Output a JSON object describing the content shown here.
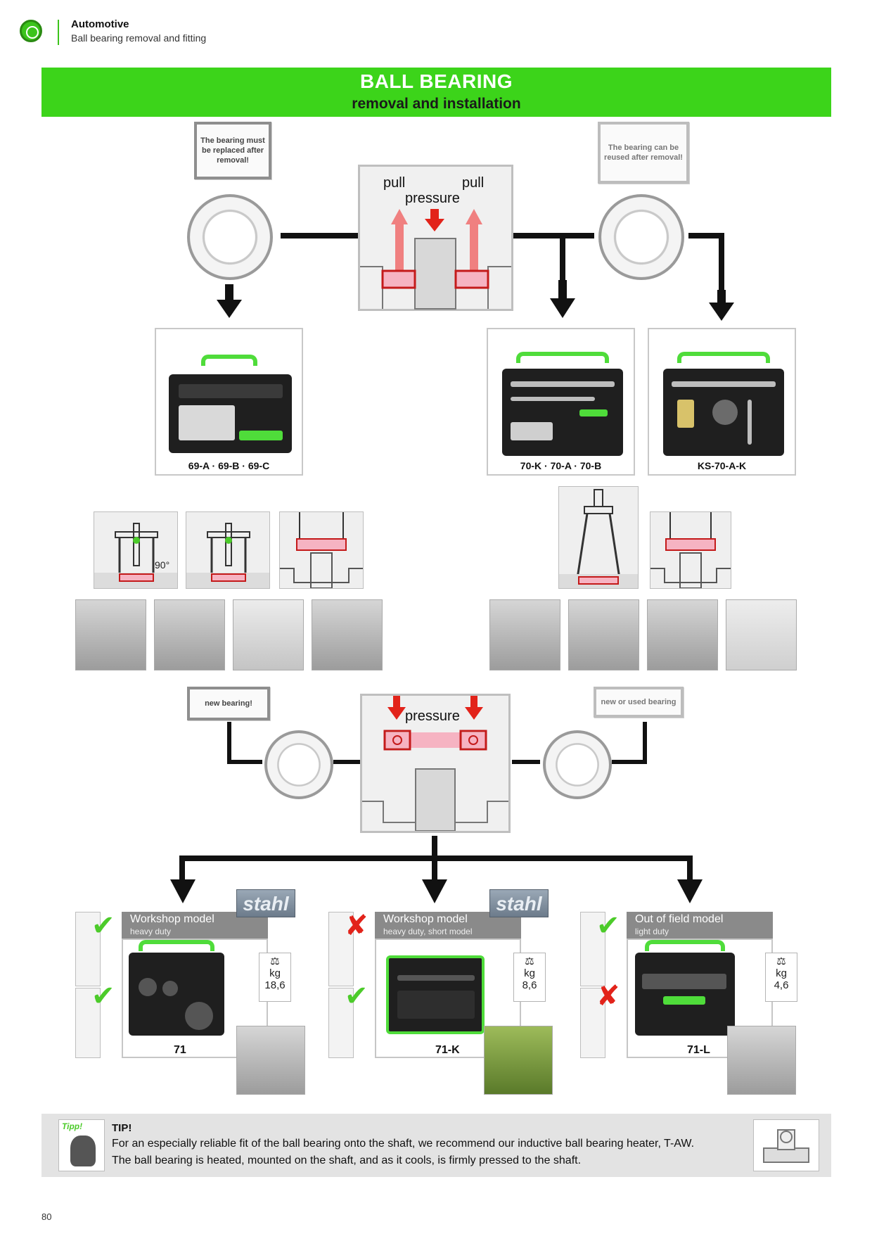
{
  "header": {
    "category": "Automotive",
    "subtitle": "Ball bearing removal and fitting"
  },
  "banner": {
    "title": "BALL BEARING",
    "subtitle": "removal and installation"
  },
  "notes": {
    "replace": "The bearing must be replaced after removal!",
    "reuse": "The bearing can be reused after removal!",
    "new_bearing": "new bearing!",
    "new_or_used": "new or used bearing"
  },
  "top_panel": {
    "pull_left": "pull",
    "pull_right": "pull",
    "pressure": "pressure"
  },
  "products": {
    "p1": "69-A · 69-B · 69-C",
    "p2": "70-K · 70-A · 70-B",
    "p3": "KS-70-A-K"
  },
  "angle_label": "90°",
  "mid_panel": {
    "pressure": "pressure"
  },
  "models": [
    {
      "title": "Workshop model",
      "sub": "heavy duty",
      "name": "71",
      "weight": "18,6",
      "unit": "kg"
    },
    {
      "title": "Workshop model",
      "sub": "heavy duty, short model",
      "name": "71-K",
      "weight": "8,6",
      "unit": "kg"
    },
    {
      "title": "Out of field model",
      "sub": "light duty",
      "name": "71-L",
      "weight": "4,6",
      "unit": "kg"
    }
  ],
  "brand": "stahl",
  "tip": {
    "title": "TIP!",
    "line1": "For an especially reliable fit of the ball bearing onto the shaft, we recommend our inductive ball bearing heater, T-AW.",
    "line2": "The ball bearing is heated, mounted on the shaft, and as it cools, is firmly pressed to the shaft.",
    "badge": "Tipp!"
  },
  "page_number": "80",
  "colors": {
    "brand_green": "#3cd41a",
    "arrow_red": "#e2231a",
    "pink": "#f6b3c2"
  }
}
